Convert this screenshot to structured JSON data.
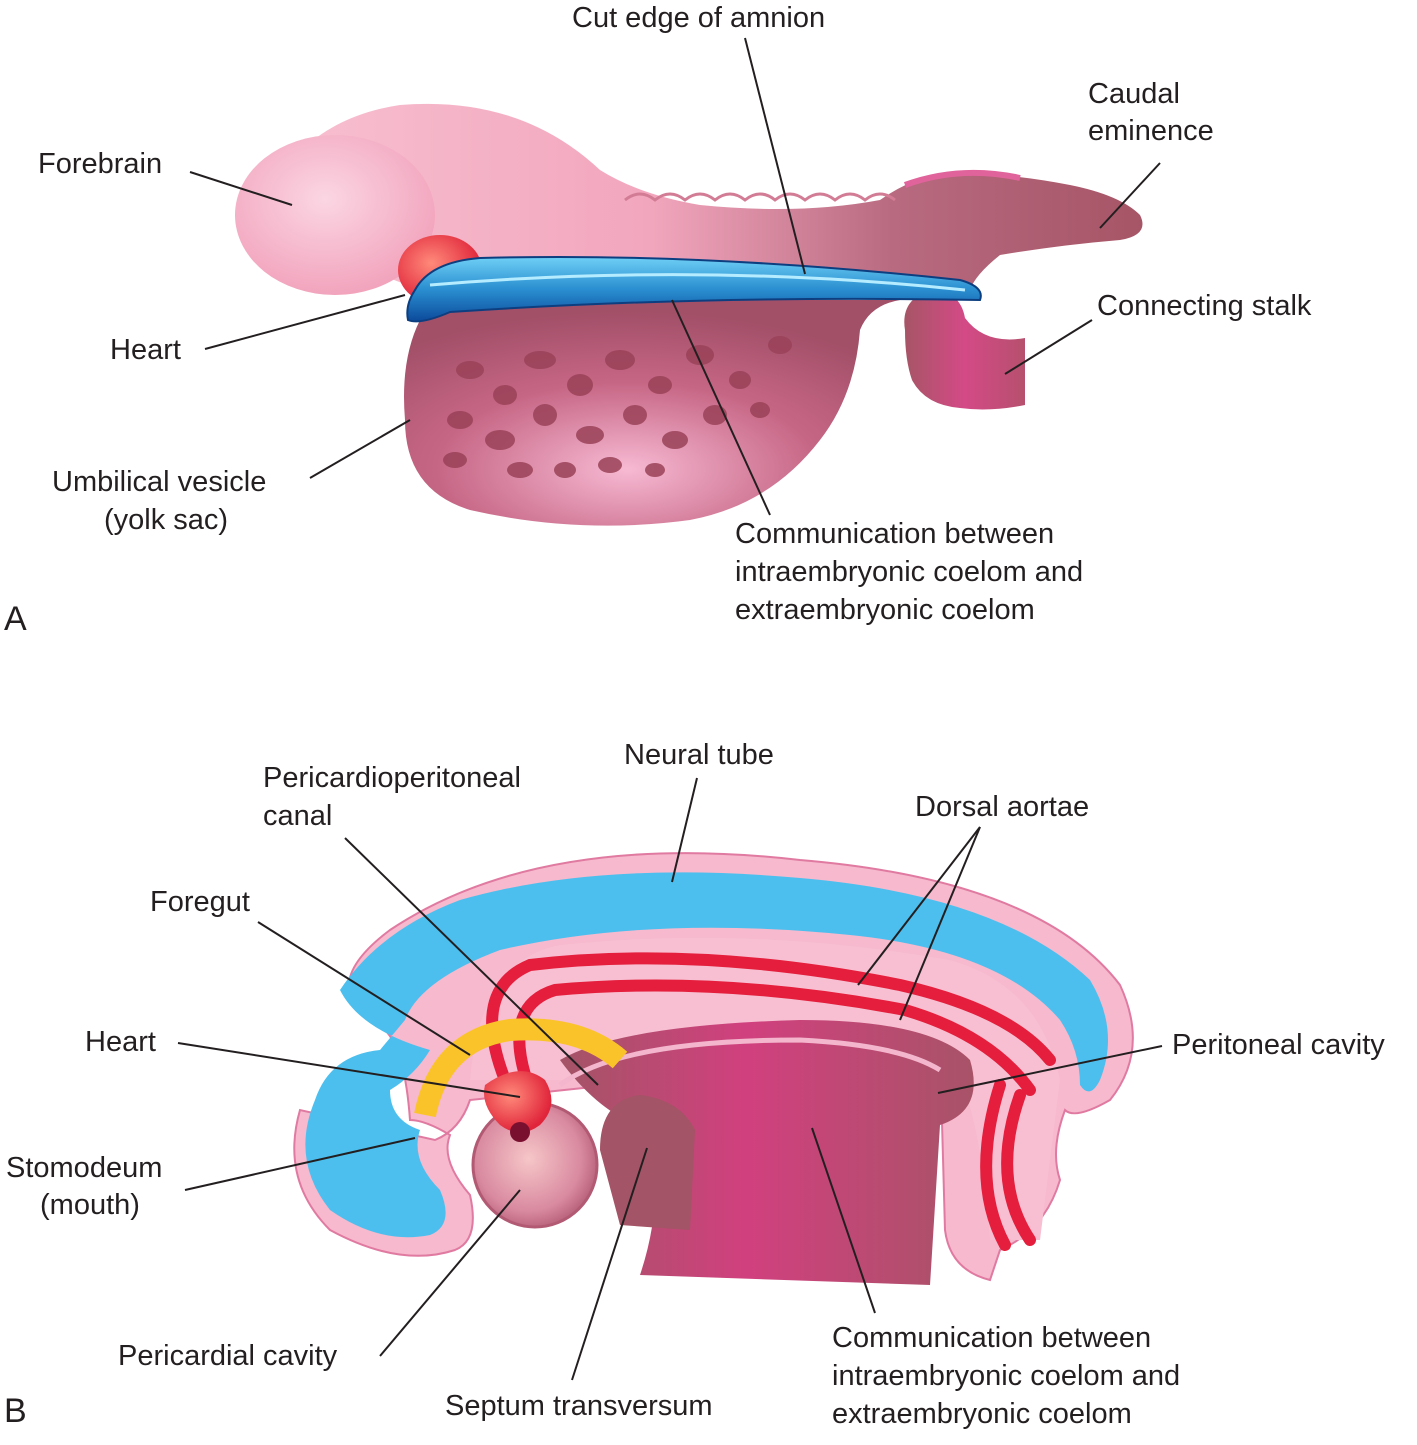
{
  "panel_a": {
    "letter": "A",
    "labels": {
      "cut_edge_of_amnion": "Cut edge of amnion",
      "caudal_eminence_1": "Caudal",
      "caudal_eminence_2": "eminence",
      "forebrain": "Forebrain",
      "connecting_stalk": "Connecting stalk",
      "heart": "Heart",
      "umbilical_vesicle_1": "Umbilical vesicle",
      "umbilical_vesicle_2": "(yolk sac)",
      "communication_1": "Communication between",
      "communication_2": "intraembryonic coelom and",
      "communication_3": "extraembryonic coelom"
    }
  },
  "panel_b": {
    "letter": "B",
    "labels": {
      "neural_tube": "Neural tube",
      "pericardioperitoneal_1": "Pericardioperitoneal",
      "pericardioperitoneal_2": "canal",
      "dorsal_aortae": "Dorsal aortae",
      "foregut": "Foregut",
      "heart": "Heart",
      "peritoneal_cavity": "Peritoneal cavity",
      "stomodeum_1": "Stomodeum",
      "stomodeum_2": "(mouth)",
      "pericardial_cavity": "Pericardial cavity",
      "septum_transversum": "Septum transversum",
      "communication_1": "Communication between",
      "communication_2": "intraembryonic coelom and",
      "communication_3": "extraembryonic coelom"
    }
  },
  "colors": {
    "tissue_pink": "#f4b0c4",
    "tissue_mauve": "#a65566",
    "magenta": "#d8407e",
    "amnion_blue": "#2a8fd0",
    "neural_tube_blue": "#4cbfee",
    "aorta_red": "#e41e3c",
    "foregut_yellow": "#fbc32a",
    "heart_red": "#ee3b43",
    "line": "#231f20"
  }
}
